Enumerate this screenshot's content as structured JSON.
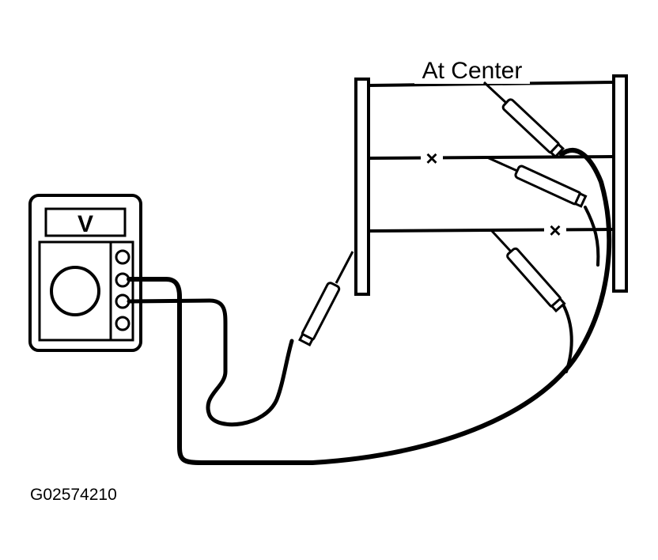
{
  "diagram": {
    "title": "At Center",
    "meter_display": "V",
    "break_marks": [
      "×",
      "×"
    ],
    "figure_code": "G02574210"
  }
}
